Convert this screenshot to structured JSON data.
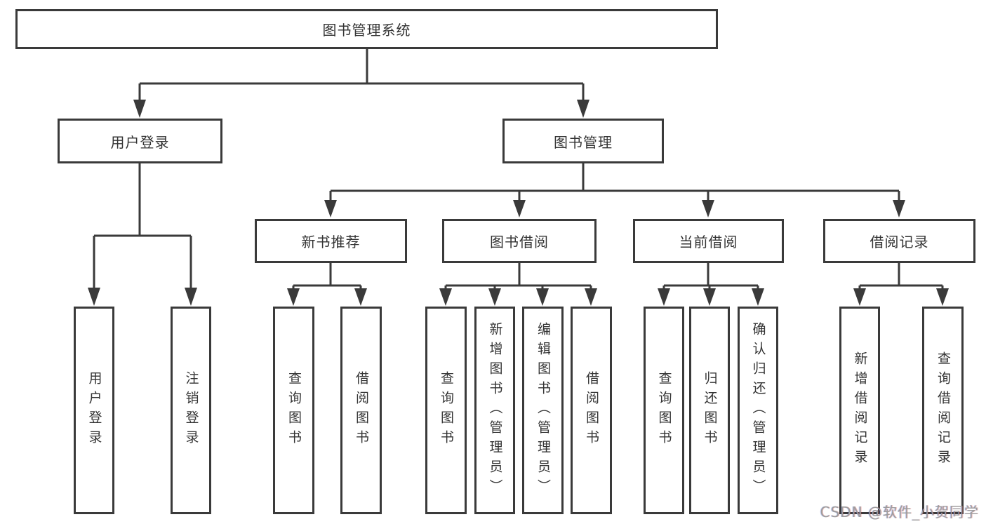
{
  "diagram": {
    "root": {
      "label": "图书管理系统"
    },
    "level2": [
      {
        "label": "用户登录"
      },
      {
        "label": "图书管理"
      }
    ],
    "level3": [
      {
        "label": "新书推荐"
      },
      {
        "label": "图书借阅"
      },
      {
        "label": "当前借阅"
      },
      {
        "label": "借阅记录"
      }
    ],
    "leaves": {
      "user_login": [
        "用户登录",
        "注销登录"
      ],
      "new_books": [
        "查询图书",
        "借阅图书"
      ],
      "book_borrow": [
        "查询图书",
        "新增图书（管理员）",
        "编辑图书（管理员）",
        "借阅图书"
      ],
      "current_borrow": [
        "查询图书",
        "归还图书",
        "确认归还（管理员）"
      ],
      "borrow_records": [
        "新增借阅记录",
        "查询借阅记录"
      ]
    }
  },
  "watermark": {
    "text": "CSDN @软件_小贺同学"
  },
  "colors": {
    "line": "#3a3a3a",
    "box_border": "#3a3a3a",
    "text": "#333333",
    "watermark": "#9d9d9d",
    "background": "#ffffff"
  }
}
